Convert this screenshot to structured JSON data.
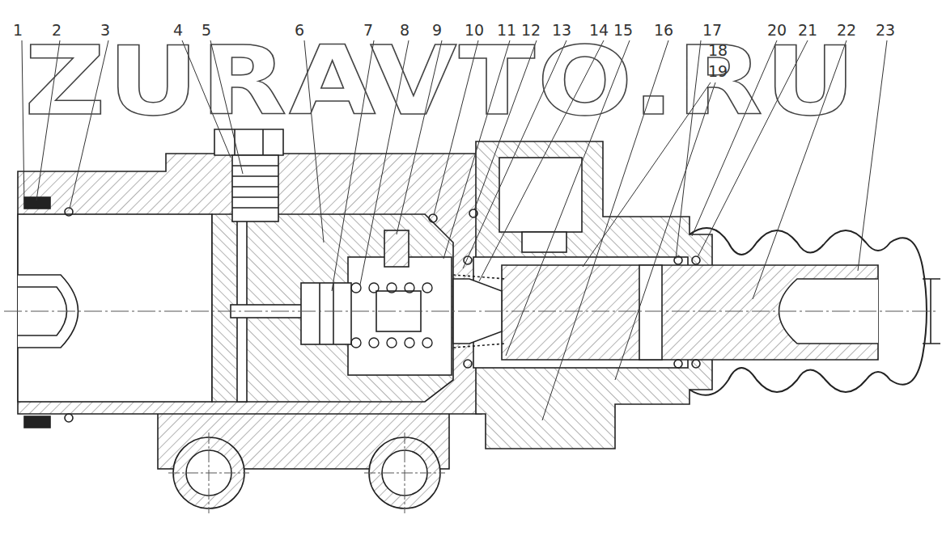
{
  "diagram": {
    "labels": [
      "1",
      "2",
      "3",
      "4",
      "5",
      "6",
      "7",
      "8",
      "9",
      "10",
      "11",
      "12",
      "13",
      "14",
      "15",
      "16",
      "17",
      "18",
      "19",
      "20",
      "21",
      "22",
      "23",
      "ZURAVTO.RU"
    ]
  }
}
